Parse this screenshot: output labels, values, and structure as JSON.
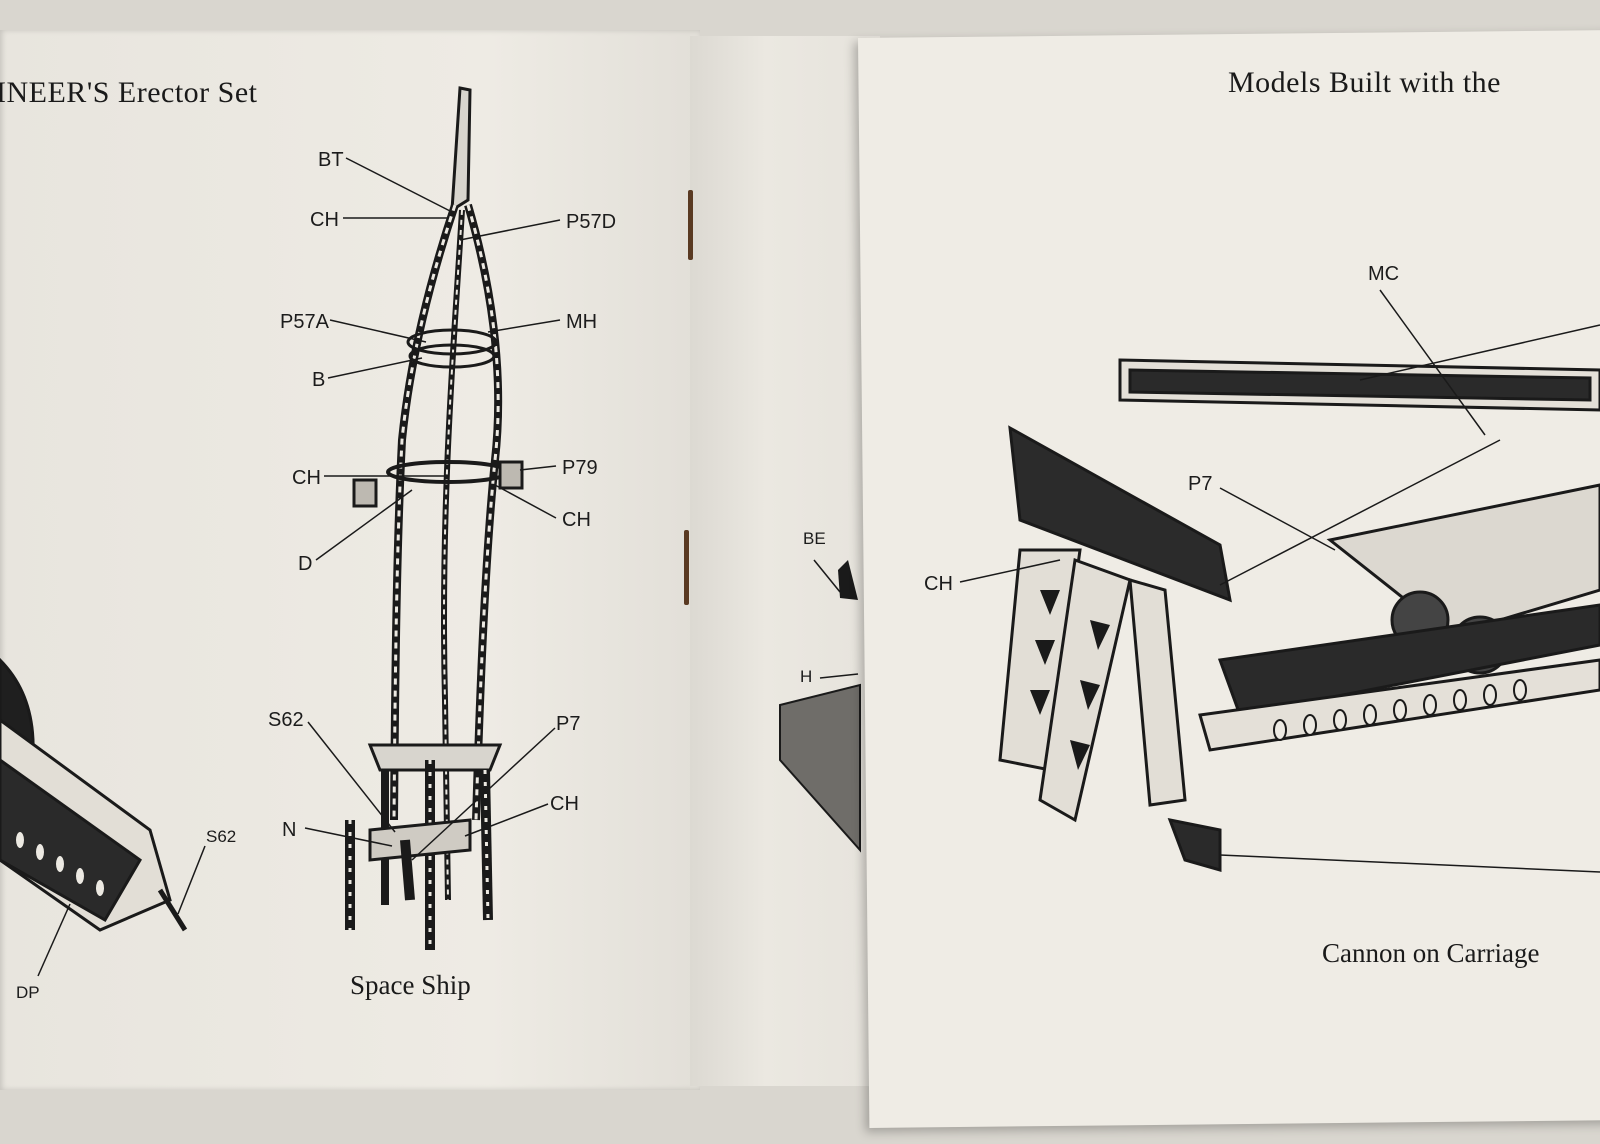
{
  "left_page": {
    "header": "INEER'S Erector Set",
    "caption": "Space Ship",
    "callouts": [
      "BT",
      "CH",
      "P57D",
      "P57A",
      "MH",
      "B",
      "CH",
      "P79",
      "CH",
      "D",
      "S62",
      "P7",
      "CH",
      "N",
      "S62",
      "DP"
    ]
  },
  "middle_page": {
    "callouts": [
      "BE",
      "H"
    ]
  },
  "right_page": {
    "header": "Models Built with the",
    "caption": "Cannon on Carriage",
    "callouts": [
      "MC",
      "P7",
      "CH"
    ]
  },
  "colors": {
    "paper": "#ece9e2",
    "ink": "#1a1a1a",
    "background": "#d9d6cf"
  }
}
